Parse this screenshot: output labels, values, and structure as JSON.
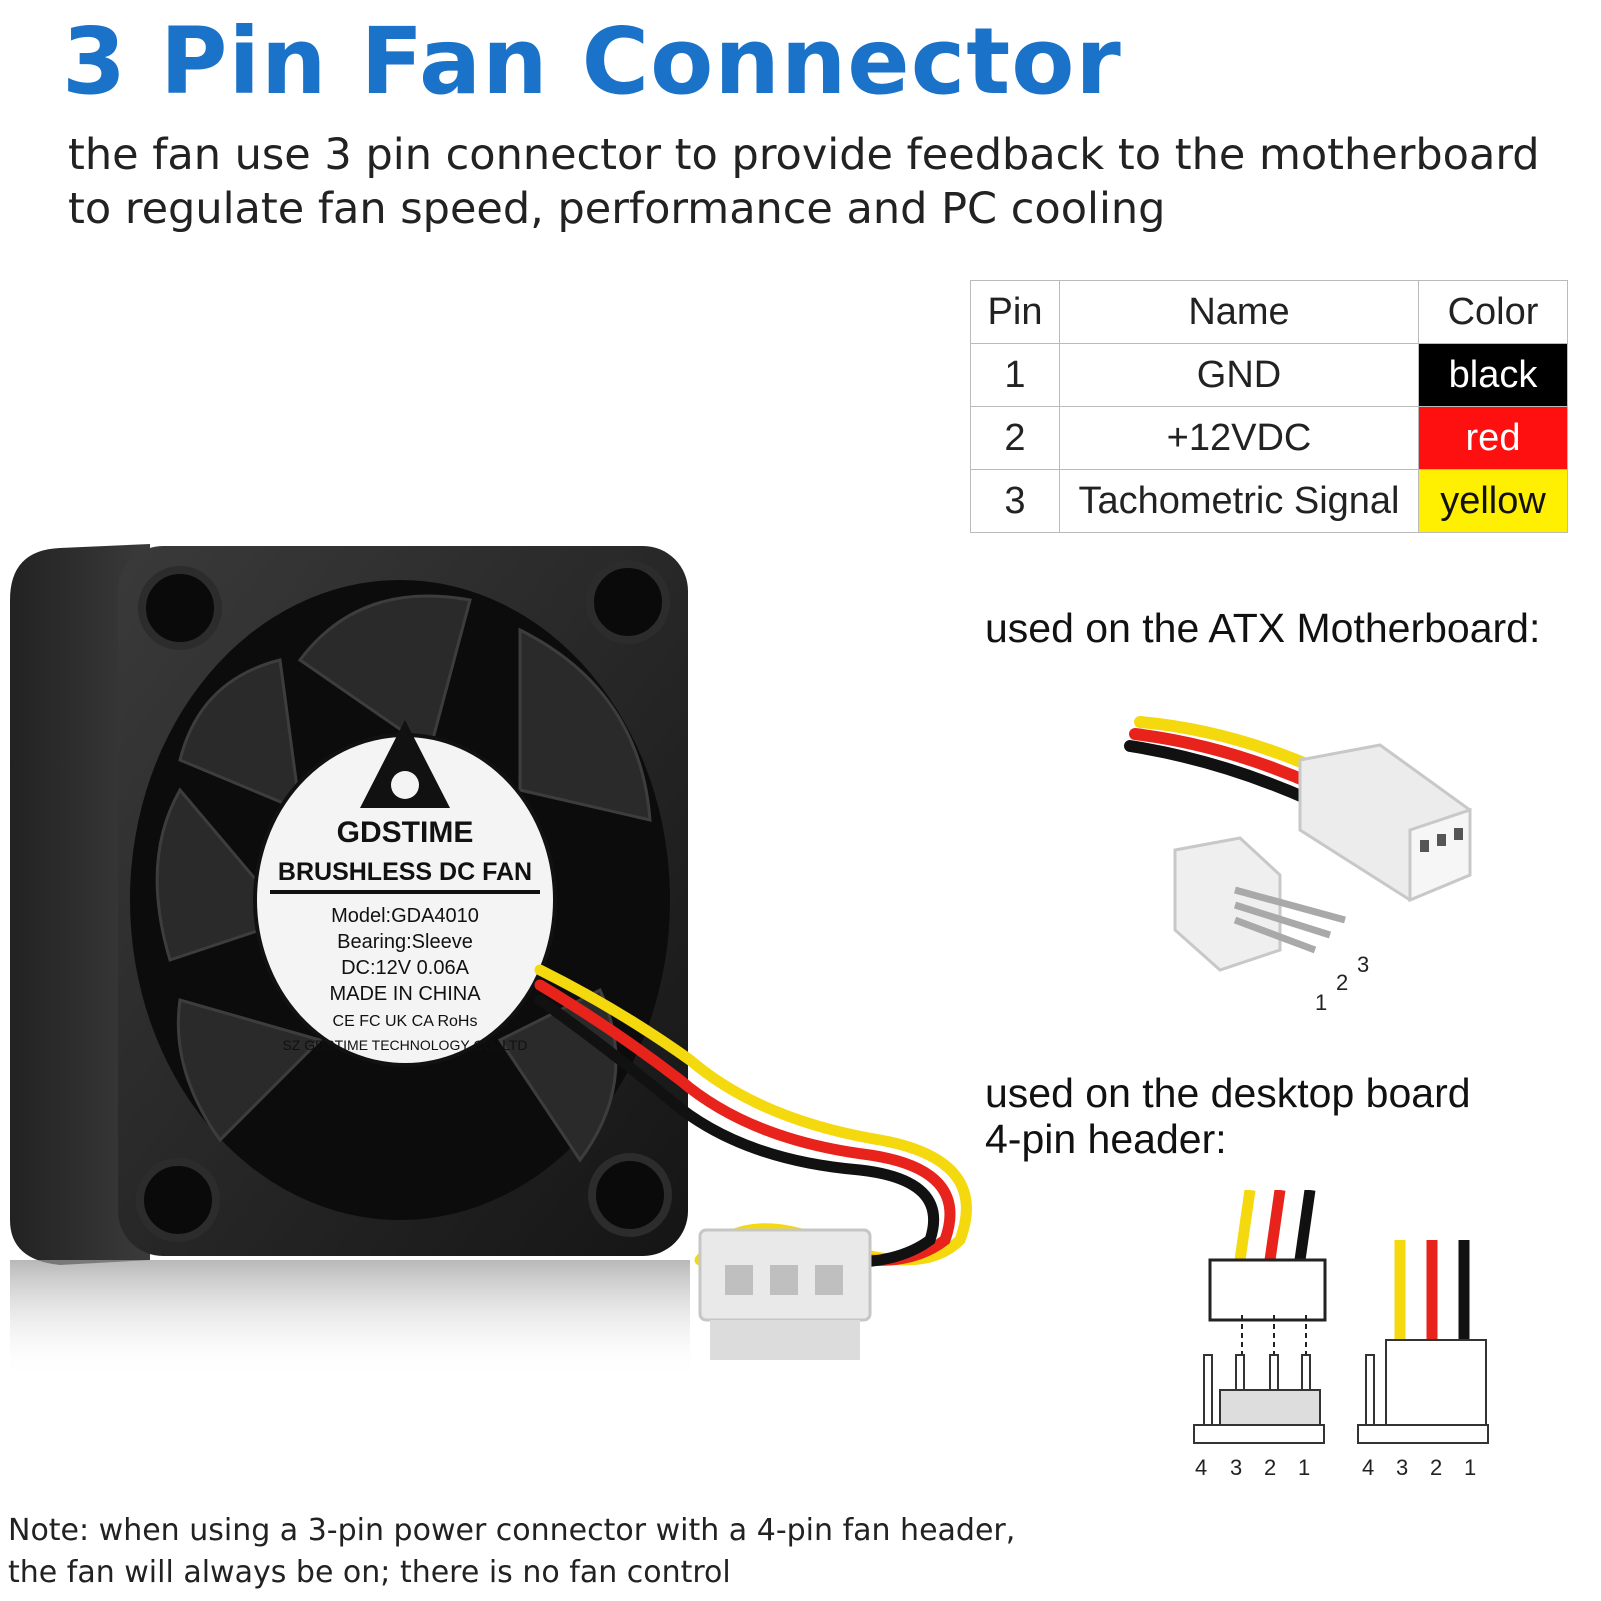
{
  "title": "3 Pin Fan Connector",
  "subtitle": "the fan use 3 pin connector to provide feedback to the motherboard to regulate fan speed, performance and PC cooling",
  "table": {
    "headers": {
      "pin": "Pin",
      "name": "Name",
      "color": "Color"
    },
    "rows": [
      {
        "pin": "1",
        "name": "GND",
        "color": "black",
        "bg": "#000000",
        "fg": "#ffffff"
      },
      {
        "pin": "2",
        "name": "+12VDC",
        "color": "red",
        "bg": "#ff1010",
        "fg": "#ffffff"
      },
      {
        "pin": "3",
        "name": "Tachometric Signal",
        "color": "yellow",
        "bg": "#ffef00",
        "fg": "#111111"
      }
    ]
  },
  "atx_label": "used on the ATX Motherboard:",
  "atx_pins": {
    "p1": "1",
    "p2": "2",
    "p3": "3"
  },
  "desktop_label_line1": "used on the desktop board",
  "desktop_label_line2": "4-pin header:",
  "header_numbers_left": [
    "4",
    "3",
    "2",
    "1"
  ],
  "header_numbers_right": [
    "4",
    "3",
    "2",
    "1"
  ],
  "fan_label": {
    "brand": "GDSTIME",
    "type": "BRUSHLESS DC FAN",
    "model": "Model:GDA4010",
    "bearing": "Bearing:Sleeve",
    "rating": "DC:12V  0.06A",
    "origin": "MADE IN CHINA",
    "certs": "CE FC UK CA RoHs",
    "company": "SZ GDSTIME TECHNOLOGY CO.,LTD"
  },
  "note_line1": "Note: when using a 3-pin power connector with a 4-pin fan header,",
  "note_line2": "the fan will always be on; there is no fan control",
  "colors": {
    "title": "#1a73c9",
    "black_wire": "#111111",
    "red_wire": "#e8231c",
    "yellow_wire": "#f5d90f"
  }
}
